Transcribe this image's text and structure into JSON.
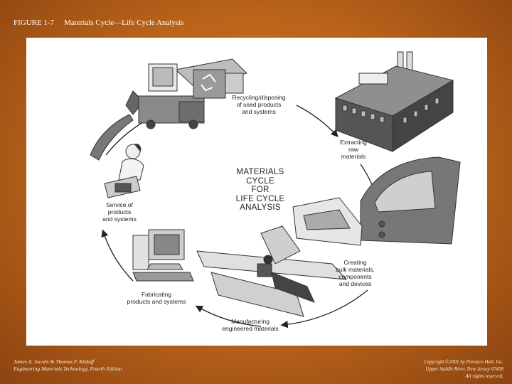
{
  "header": {
    "figure_number": "FIGURE 1-7",
    "figure_title": "Materials Cycle—Life Cycle Analysis"
  },
  "diagram": {
    "center_title": [
      "MATERIALS",
      "CYCLE",
      "FOR",
      "LIFE CYCLE",
      "ANALYSIS"
    ],
    "stages": {
      "recycling": [
        "Recycling/disposing",
        "of used products",
        "and systems"
      ],
      "extracting": [
        "Extracting",
        "raw",
        "materials"
      ],
      "creating": [
        "Creating",
        "bulk materials,",
        "components",
        "and devices"
      ],
      "manufacturing": [
        "Manufacturing",
        "engineered materials"
      ],
      "fabricating": [
        "Fabricating",
        "products and systems"
      ],
      "service": [
        "Service of",
        "products",
        "and systems"
      ]
    }
  },
  "footer": {
    "authors": "James A. Jacobs & Thomas F. Kilduff",
    "book_title": "Engineering Materials Technology, Fourth Edition",
    "copyright_line1": "Copyright ©2001 by Prentice-Hall, Inc.",
    "copyright_line2": "Upper Saddle River, New Jersey 07458",
    "copyright_line3": "All rights reserved."
  }
}
